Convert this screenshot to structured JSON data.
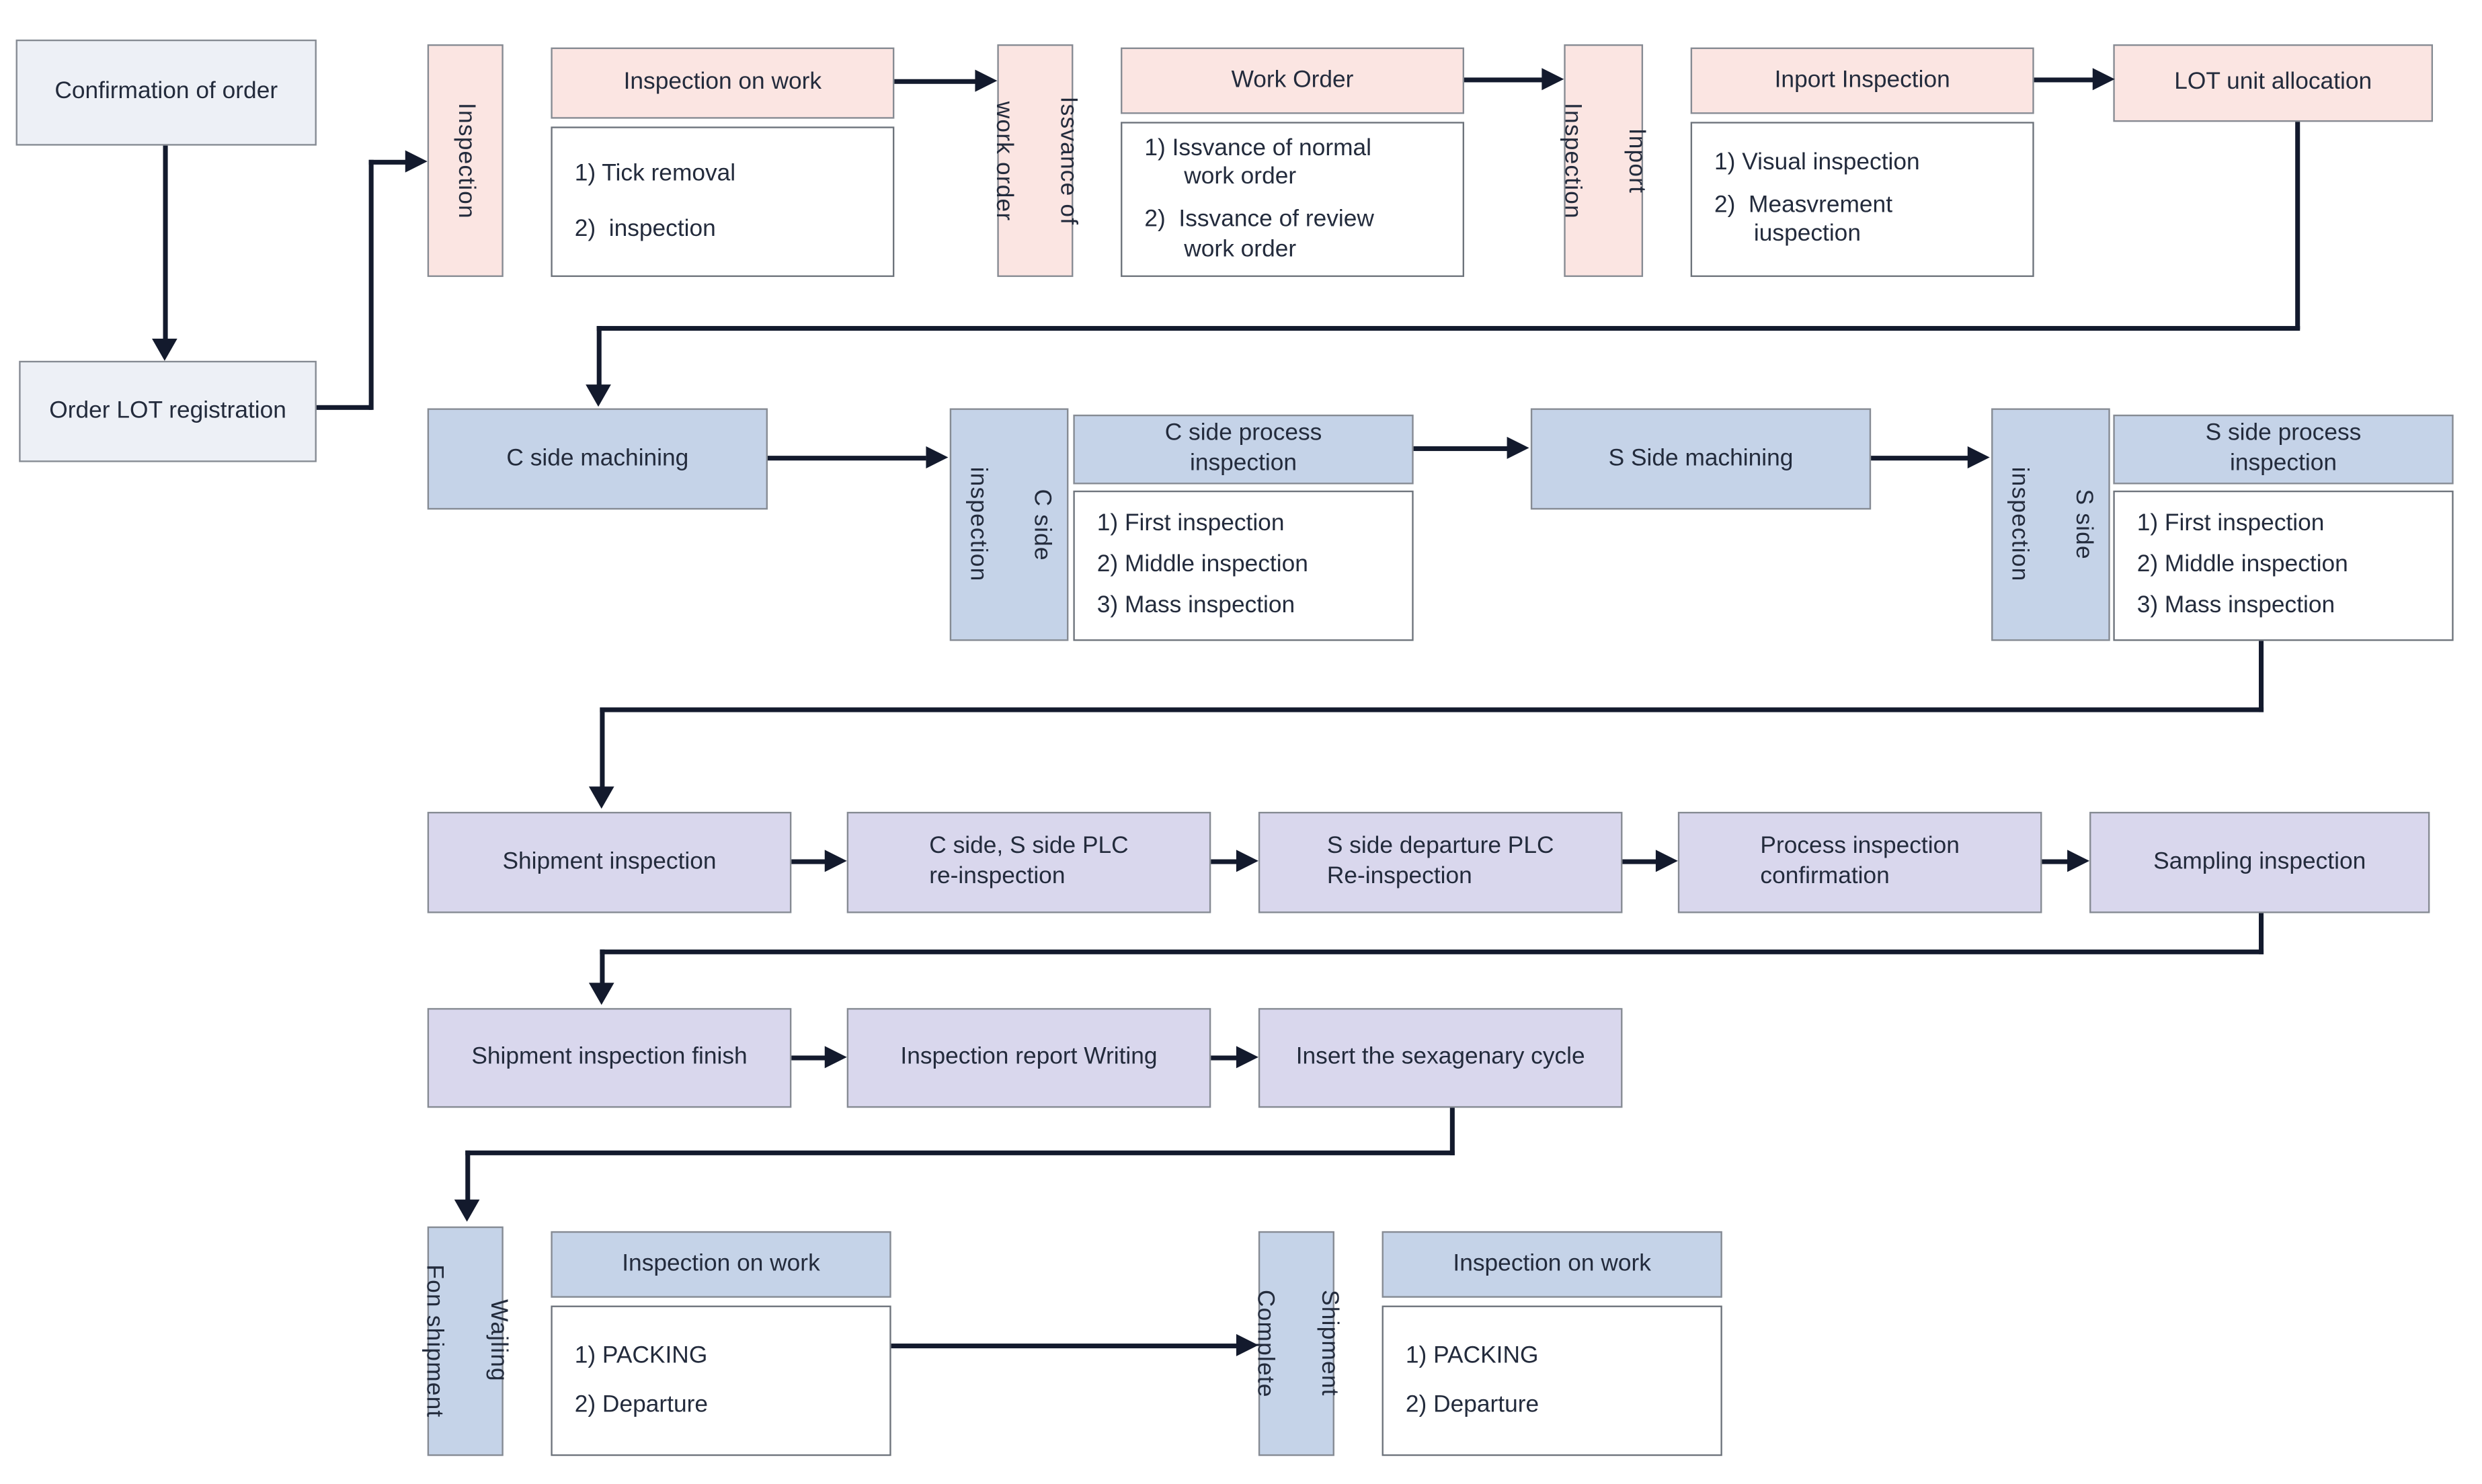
{
  "colors": {
    "pink": "#fbe5e2",
    "blue": "#c5d3e8",
    "lavender": "#d9d7ed",
    "gray_blue": "#edf0f6",
    "white": "#ffffff",
    "line": "#131a2d",
    "text": "#232b3c"
  },
  "start": {
    "confirmation": "Confirmation of order",
    "order_lot": "Order LOT registration"
  },
  "top_row": {
    "groups": [
      {
        "side": [
          "Inspection"
        ],
        "header": "Inspection on work",
        "items": [
          "1) Tick removal",
          "2)  inspection"
        ]
      },
      {
        "side": [
          "Issvance of",
          "work order"
        ],
        "header": "Work Order",
        "items": [
          "1) Issvance of normal\n      work order",
          "2)  Issvance of review\n      work order"
        ]
      },
      {
        "side": [
          "Inport",
          "Inspection"
        ],
        "header": "Inport Inspection",
        "items": [
          "1) Visual inspection",
          "2)  Measvrement\n      iuspection"
        ]
      }
    ],
    "lot_allocation": "LOT unit allocation"
  },
  "machining_row": {
    "c_side_machining": "C side machining",
    "c_side_inspection": [
      "C side",
      "inspection"
    ],
    "c_side_process": {
      "header": "C side process\ninspection",
      "items": [
        "1) First inspection",
        "2) Middle inspection",
        "3) Mass inspection"
      ]
    },
    "s_side_machining": "S Side machining",
    "s_side_inspection": [
      "S side",
      "inspection"
    ],
    "s_side_process": {
      "header": "S side process\ninspection",
      "items": [
        "1) First inspection",
        "2) Middle inspection",
        "3) Mass inspection"
      ]
    }
  },
  "shipment_row": [
    "Shipment inspection",
    "C side, S side PLC\nre-inspection",
    "S side departure PLC\nRe-inspection",
    "Process inspection\nconfirmation",
    "Sampling inspection"
  ],
  "finish_row": [
    "Shipment inspection finish",
    "Inspection report Writing",
    "Insert the sexagenary cycle"
  ],
  "bottom_row": {
    "left": {
      "side": [
        "Wajling",
        "Fon shipment"
      ],
      "header": "Inspection on work",
      "items": [
        "1) PACKING",
        "2) Departure"
      ]
    },
    "right": {
      "side": [
        "Shipment",
        "Complete"
      ],
      "header": "Inspection on work",
      "items": [
        "1) PACKING",
        "2) Departure"
      ]
    }
  }
}
